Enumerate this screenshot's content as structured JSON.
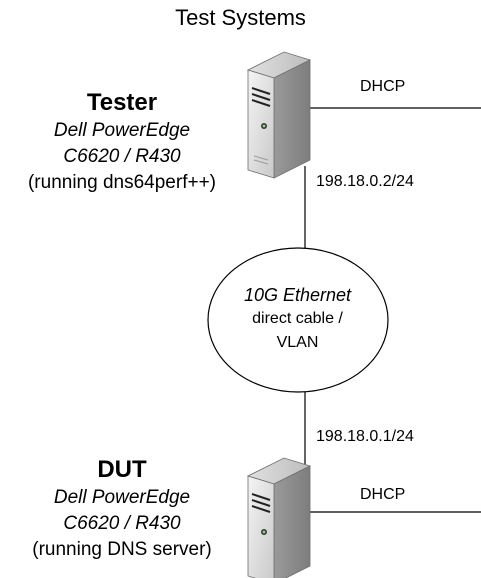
{
  "title": "Test Systems",
  "tester": {
    "name": "Tester",
    "model_line1": "Dell PowerEdge",
    "model_line2": "C6620 / R430",
    "note": "(running dns64perf++)",
    "ip": "198.18.0.2/24",
    "dhcp": "DHCP"
  },
  "dut": {
    "name": "DUT",
    "model_line1": "Dell PowerEdge",
    "model_line2": "C6620 /  R430",
    "note": "(running DNS server)",
    "ip": "198.18.0.1/24",
    "dhcp": "DHCP"
  },
  "link": {
    "line1": "10G Ethernet",
    "line2": "direct cable /",
    "line3": "VLAN"
  },
  "icons": [
    "server-icon"
  ]
}
